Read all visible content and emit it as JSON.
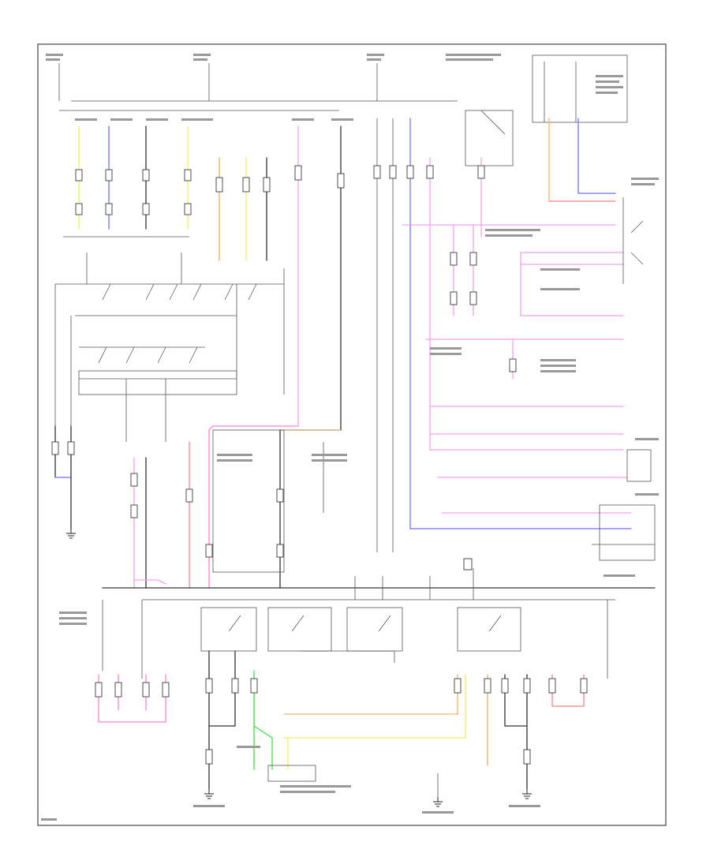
{
  "diagram": {
    "labels": [],
    "colors": {
      "border": "#444444",
      "wire_black": "#333333",
      "wire_pink": "#f0a0f0",
      "wire_red": "#ff8080",
      "wire_hot_pink": "#ff7fd0",
      "wire_blue": "#7070ff",
      "wire_green": "#40e040",
      "wire_yellow": "#f0f060",
      "wire_orange": "#f2b060",
      "wire_brown": "#c0a060"
    },
    "symbols": [
      "ground-symbol",
      "switch-symbol",
      "connector-symbol",
      "module-box"
    ]
  }
}
